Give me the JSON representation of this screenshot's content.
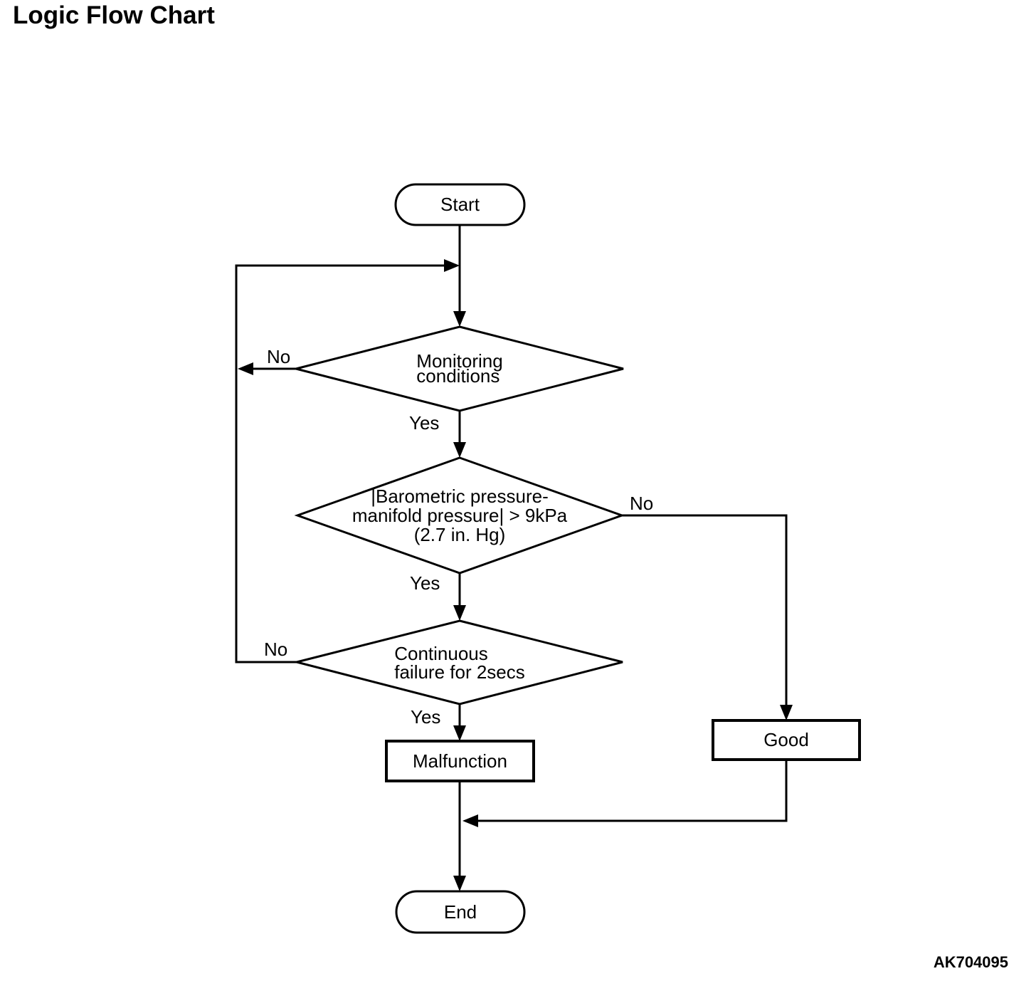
{
  "title": "Logic Flow Chart",
  "figure_code": "AK704095",
  "colors": {
    "stroke": "#000000",
    "background": "#ffffff",
    "text": "#000000"
  },
  "flowchart": {
    "nodes": {
      "start": {
        "type": "terminator",
        "label": "Start"
      },
      "monitoring": {
        "type": "decision",
        "label": "Monitoring\nconditions"
      },
      "pressure": {
        "type": "decision",
        "label": "|Barometric pressure-\nmanifold pressure| > 9kPa\n(2.7 in. Hg)"
      },
      "continuous": {
        "type": "decision",
        "label": "Continuous\nfailure for 2secs"
      },
      "malfunction": {
        "type": "process",
        "label": "Malfunction"
      },
      "good": {
        "type": "process",
        "label": "Good"
      },
      "end": {
        "type": "terminator",
        "label": "End"
      }
    },
    "branch_labels": {
      "monitoring_no": "No",
      "monitoring_yes": "Yes",
      "pressure_no": "No",
      "pressure_yes": "Yes",
      "continuous_no": "No",
      "continuous_yes": "Yes"
    },
    "edges": [
      {
        "from": "start",
        "to": "monitoring",
        "label": ""
      },
      {
        "from": "monitoring",
        "to": "start_junction",
        "label": "No"
      },
      {
        "from": "monitoring",
        "to": "pressure",
        "label": "Yes"
      },
      {
        "from": "pressure",
        "to": "good",
        "label": "No"
      },
      {
        "from": "pressure",
        "to": "continuous",
        "label": "Yes"
      },
      {
        "from": "continuous",
        "to": "start_junction",
        "label": "No"
      },
      {
        "from": "continuous",
        "to": "malfunction",
        "label": "Yes"
      },
      {
        "from": "malfunction",
        "to": "end",
        "label": ""
      },
      {
        "from": "good",
        "to": "end",
        "label": ""
      }
    ]
  }
}
